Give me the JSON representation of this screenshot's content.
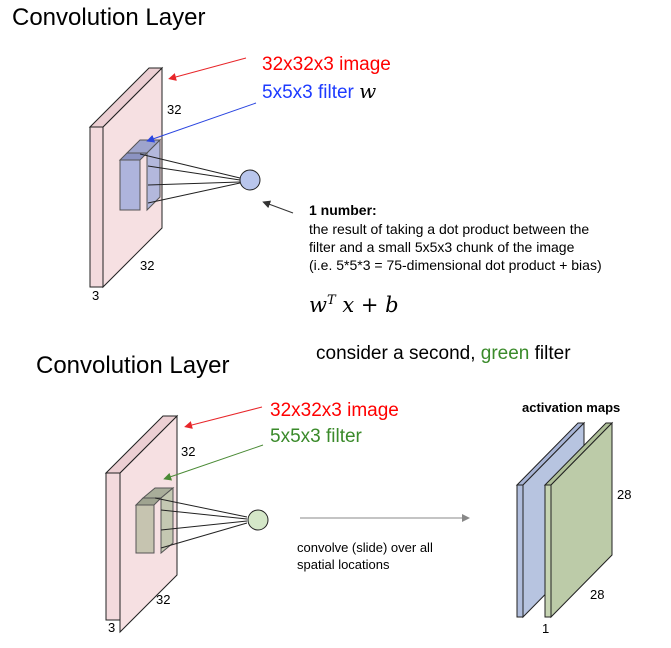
{
  "top": {
    "title": "Convolution Layer",
    "image_label": "32x32x3 image",
    "filter_label": "5x5x3 filter",
    "filter_symbol": "w",
    "dim_height": "32",
    "dim_width": "32",
    "dim_depth": "3",
    "number_heading": "1 number:",
    "number_desc_1": "the result of taking a dot product between the",
    "number_desc_2": "filter and a small 5x5x3 chunk of the image",
    "number_desc_3": "(i.e. 5*5*3 = 75-dimensional dot product + bias)",
    "formula_w": "w",
    "formula_sup": "T",
    "formula_rest": "x + b"
  },
  "bottom": {
    "title": "Convolution Layer",
    "consider_prefix": "consider a second, ",
    "consider_green": "green",
    "consider_suffix": " filter",
    "image_label": "32x32x3 image",
    "filter_label": "5x5x3 filter",
    "dim_height": "32",
    "dim_width": "32",
    "dim_depth": "3",
    "convolve_1": "convolve (slide) over all",
    "convolve_2": "spatial locations",
    "activation_title": "activation maps",
    "map_height": "28",
    "map_width": "28",
    "map_depth": "1"
  },
  "colors": {
    "image_front": "#f6e0e2",
    "image_side": "#eed0d3",
    "blue_filter": "#b9bfe2",
    "green_filter": "#c3cfb6",
    "blue_map": "#b7c4e0",
    "green_map": "#bccba8",
    "red": "#ff0000",
    "blue": "#1d3bff",
    "green": "#3a8a2a"
  }
}
